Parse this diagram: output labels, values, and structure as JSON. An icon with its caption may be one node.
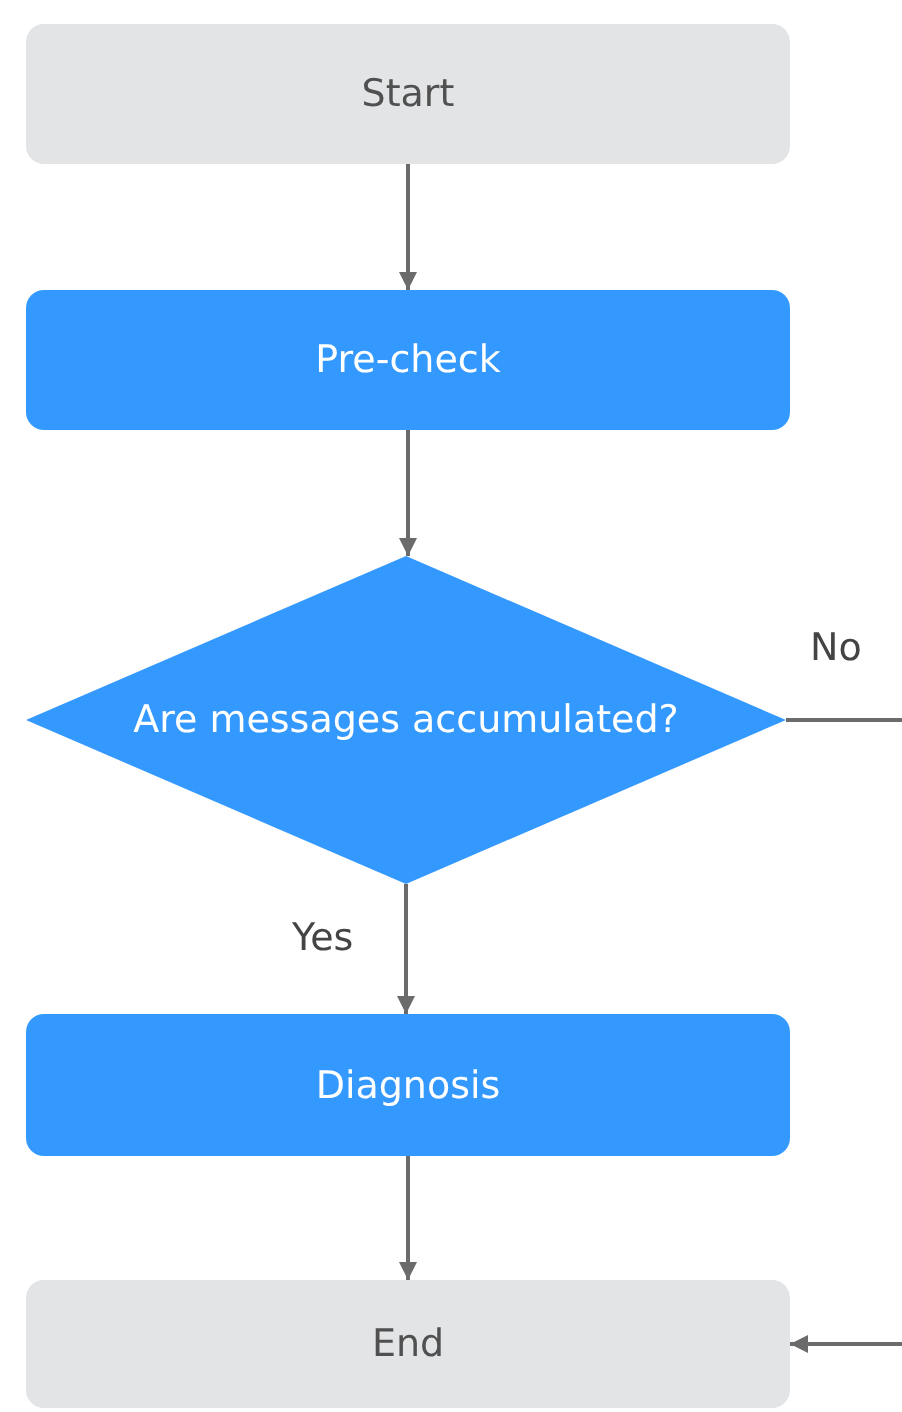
{
  "diagram": {
    "nodes": [
      {
        "text": [
          "Start"
        ]
      },
      {
        "text": [
          "Pre-check"
        ]
      },
      {
        "text": [
          "Are messages accumulated?"
        ]
      },
      {
        "text": [
          "Diagnosis"
        ]
      },
      {
        "text": [
          "End"
        ]
      }
    ],
    "edges": [
      {
        "from": 0,
        "to": 1,
        "arrow": "to"
      },
      {
        "from": 1,
        "to": 2,
        "arrow": "to"
      },
      {
        "from": 2,
        "to": 3,
        "arrow": "to",
        "label": "Yes"
      },
      {
        "from": 3,
        "to": 4,
        "arrow": "to"
      },
      {
        "from": 2,
        "to": null,
        "arrow": "none",
        "label": "No"
      },
      {
        "from": null,
        "to": 4,
        "arrow": "to"
      }
    ]
  }
}
